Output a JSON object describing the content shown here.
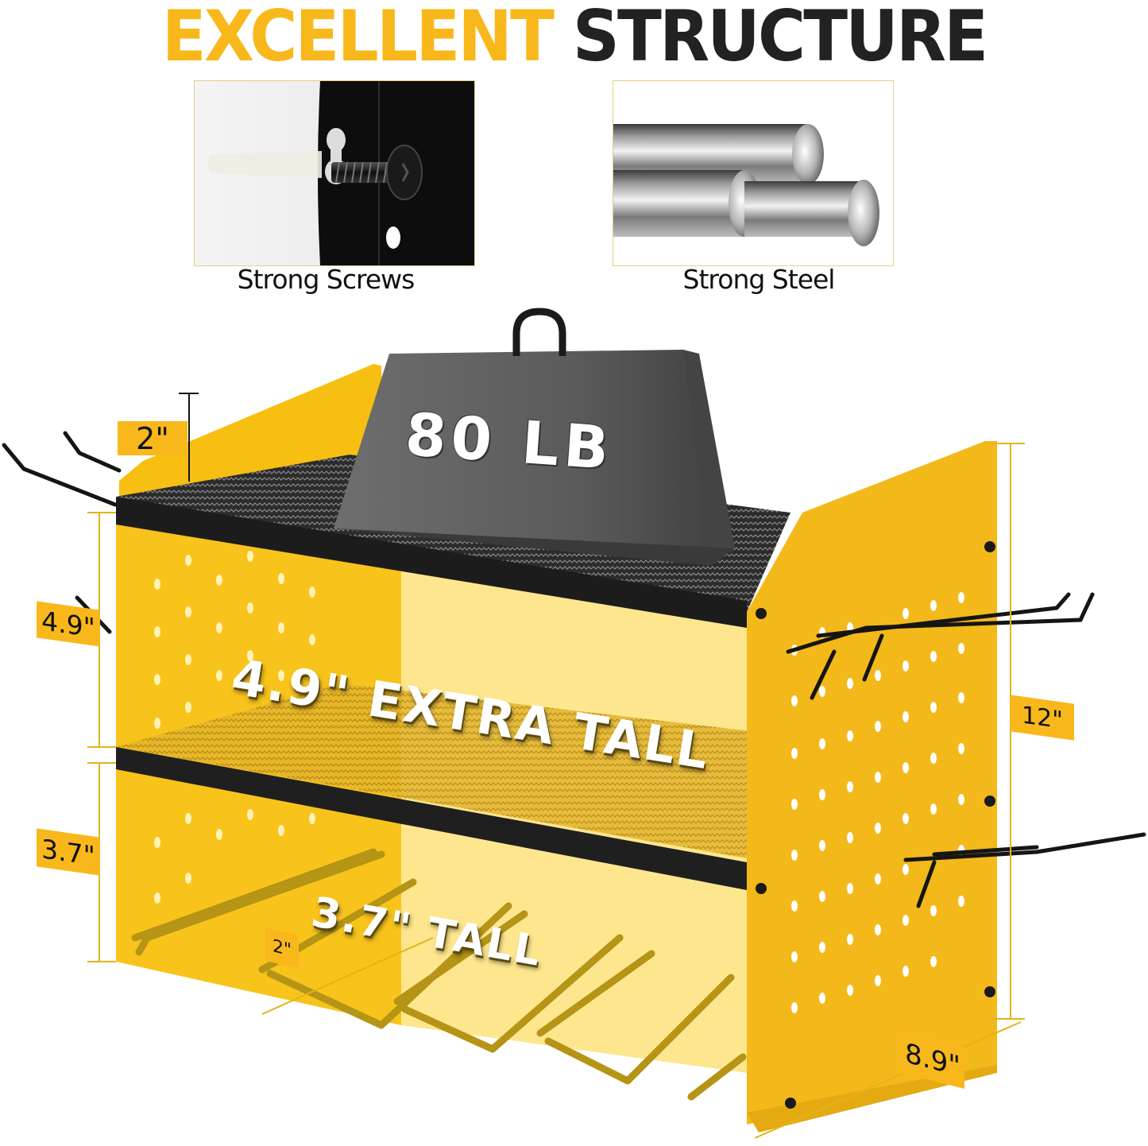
{
  "headline": {
    "word1": "EXCELLENT",
    "word2": "STRUCTURE",
    "word1_color": "#f8b81c",
    "word2_color": "#222222"
  },
  "features": [
    {
      "label": "Strong Screws",
      "icon": "screw-icon"
    },
    {
      "label": "Strong Steel",
      "icon": "steel-rods-icon"
    }
  ],
  "product": {
    "name": "wall-mounted tool organizer rack",
    "body_color": "#f5b800",
    "shelf_edge_color": "#1c1c1c"
  },
  "weight": {
    "label": "80 LB",
    "icon": "weight-icon"
  },
  "overlays": {
    "middle_tier": "4.9\" EXTRA TALL",
    "bottom_tier": "3.7\" TALL"
  },
  "dimensions": {
    "top_lip": "2\"",
    "middle_height": "4.9\"",
    "bottom_height": "3.7\"",
    "total_height": "12\"",
    "slot_spacing": "2\"",
    "depth": "8.9\""
  },
  "colors": {
    "accent_yellow": "#f8b81c",
    "dim_line": "#e0b51a",
    "text_dark": "#111111"
  }
}
